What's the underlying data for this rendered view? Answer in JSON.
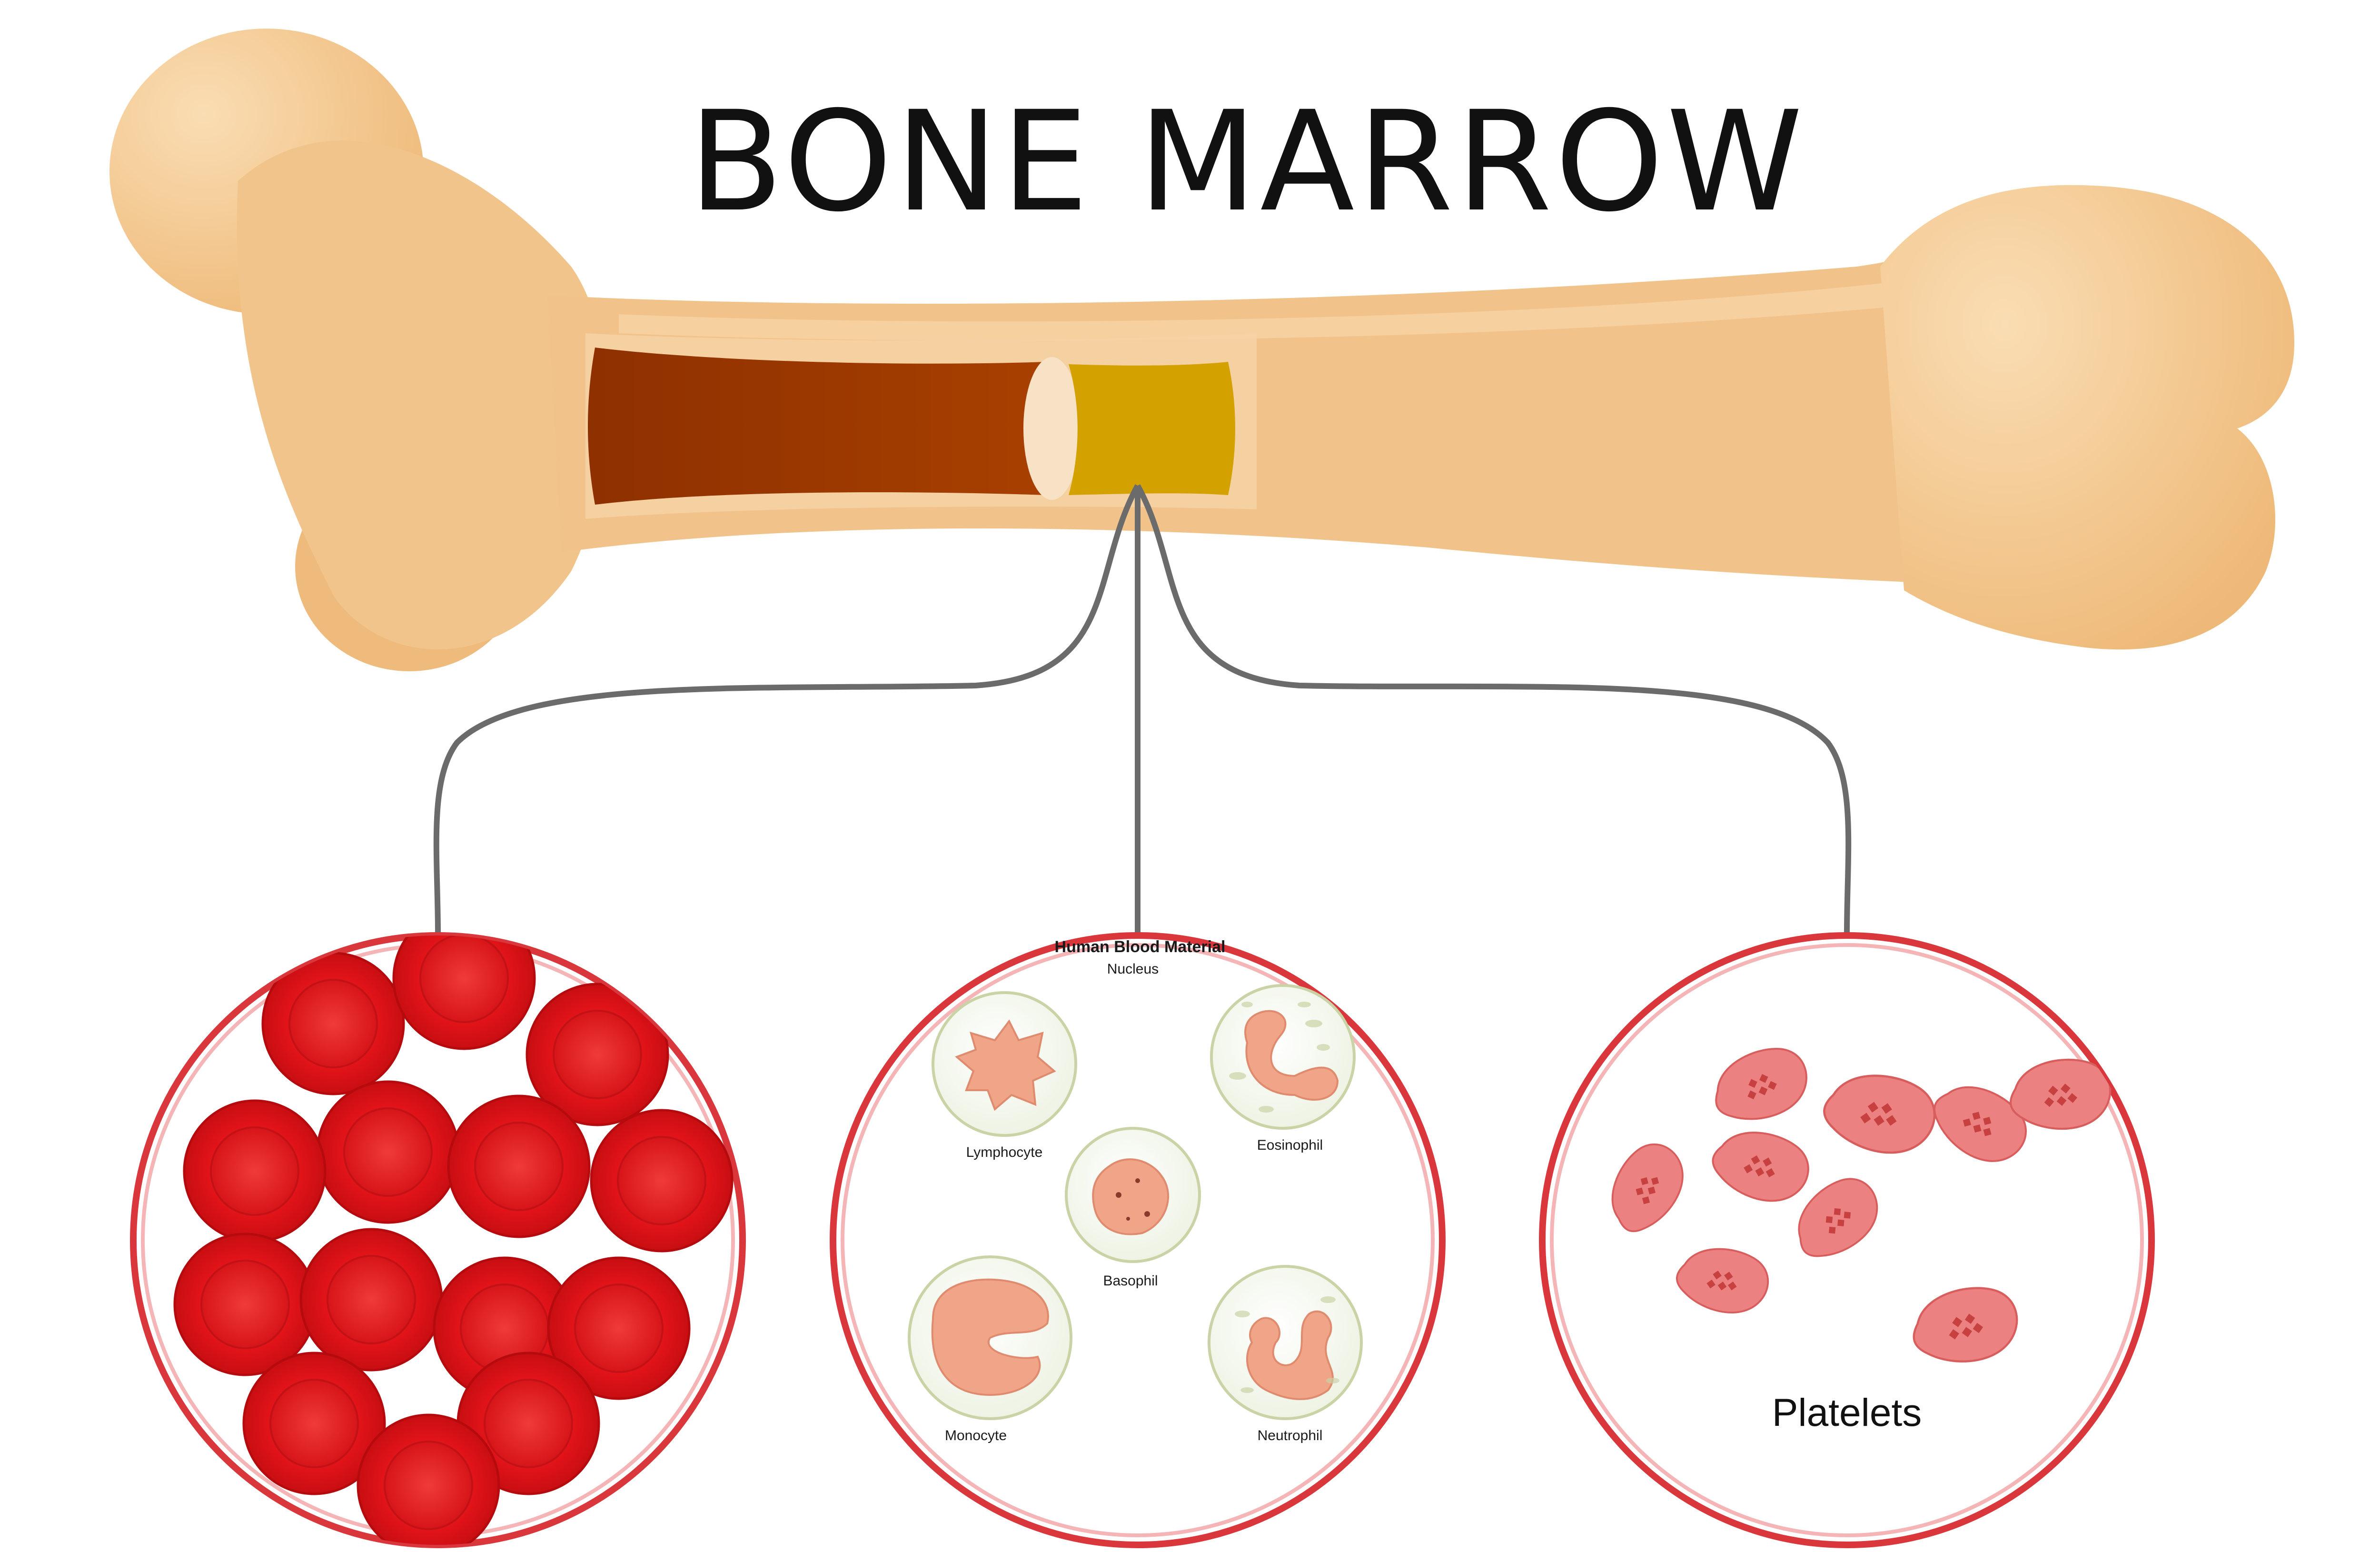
{
  "title": "BONE MARROW",
  "colors": {
    "bone": "#F1C38A",
    "bone_light": "#F8DDB5",
    "red_marrow": "#A03A00",
    "yellow_marrow": "#D4A200",
    "connector": "#6b6b6b",
    "circle_border": "#D9373B",
    "rbc": "#E8151B",
    "platelet": "#EC8181",
    "wbc_nucleus": "#F0A589"
  },
  "red_cells_panel": {
    "name": "red-blood-cells"
  },
  "white_cells_panel": {
    "heading": "Human Blood Material",
    "subheading": "Nucleus",
    "cells": [
      {
        "id": "lymphocyte",
        "label": "Lymphocyte"
      },
      {
        "id": "eosinophil",
        "label": "Eosinophil"
      },
      {
        "id": "basophil",
        "label": "Basophil"
      },
      {
        "id": "monocyte",
        "label": "Monocyte"
      },
      {
        "id": "neutrophil",
        "label": "Neutrophil"
      }
    ]
  },
  "platelets_panel": {
    "label": "Platelets"
  }
}
